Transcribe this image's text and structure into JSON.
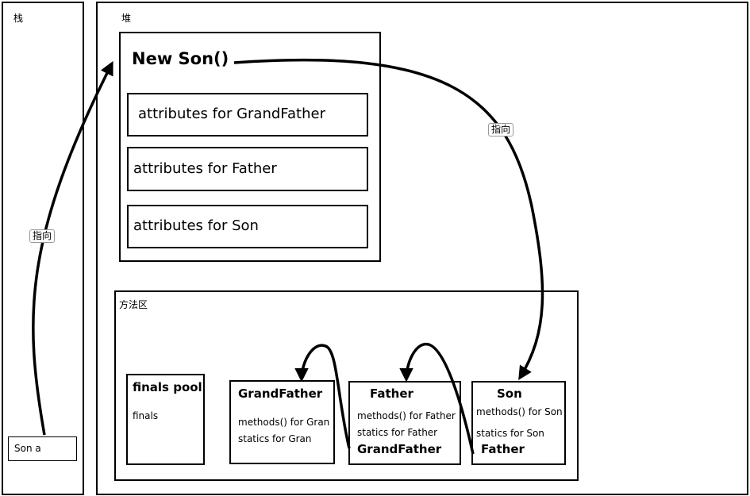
{
  "stack": {
    "title": "栈",
    "variable": "Son a"
  },
  "heap": {
    "title": "堆",
    "object": {
      "title": "New Son()",
      "attributes": [
        "attributes for GrandFather",
        "attributes for Father",
        "attributes for Son"
      ]
    }
  },
  "method_area": {
    "title": "方法区",
    "finals_pool": {
      "title": "finals pool",
      "body": "finals"
    },
    "classes": [
      {
        "name": "GrandFather",
        "methods": "methods() for Gran",
        "statics": "statics for Gran",
        "parent": ""
      },
      {
        "name": "Father",
        "methods": "methods() for Father",
        "statics": "statics for Father",
        "parent": "GrandFather"
      },
      {
        "name": "Son",
        "methods": "methods() for Son",
        "statics": "statics for Son",
        "parent": "Father"
      }
    ]
  },
  "arrows": {
    "stack_to_heap": "指向",
    "object_to_class": "指向"
  }
}
